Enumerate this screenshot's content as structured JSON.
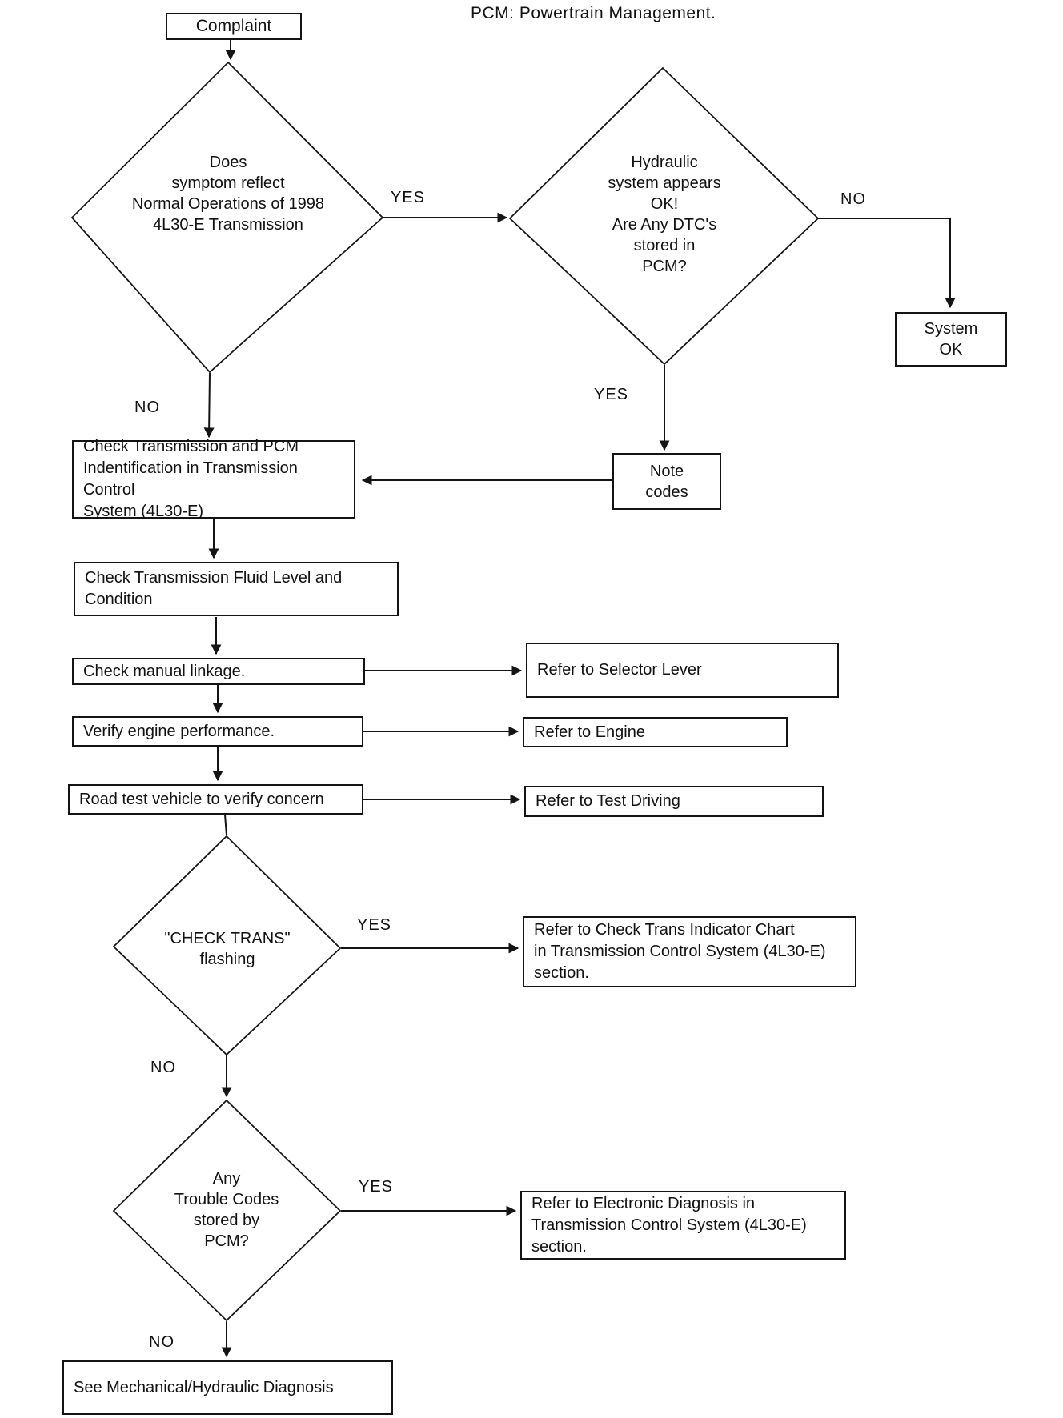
{
  "title": "PCM: Powertrain Management.",
  "nodes": {
    "complaint": {
      "type": "process",
      "label": "Complaint"
    },
    "d1": {
      "type": "decision",
      "label": "Does\nsymptom reflect\nNormal Operations of 1998\n4L30-E Transmission"
    },
    "d2": {
      "type": "decision",
      "label": "Hydraulic\nsystem appears\nOK!\nAre Any DTC's\nstored in\nPCM?"
    },
    "system_ok": {
      "type": "process",
      "label": "System\nOK"
    },
    "note_codes": {
      "type": "process",
      "label": "Note\ncodes"
    },
    "check_trans_pcm": {
      "type": "process",
      "label": "Check Transmission and PCM\nIndentification in Transmission Control\nSystem (4L30-E)"
    },
    "fluid": {
      "type": "process",
      "label": "Check Transmission Fluid Level and\nCondition"
    },
    "manual_linkage": {
      "type": "process",
      "label": "Check manual linkage."
    },
    "refer_selector": {
      "type": "process",
      "label": "Refer to Selector Lever"
    },
    "verify_engine": {
      "type": "process",
      "label": "Verify engine performance."
    },
    "refer_engine": {
      "type": "process",
      "label": "Refer to Engine"
    },
    "road_test": {
      "type": "process",
      "label": "Road test vehicle to verify concern"
    },
    "refer_test_driving": {
      "type": "process",
      "label": "Refer to Test Driving"
    },
    "d3": {
      "type": "decision",
      "label": "\"CHECK TRANS\"\nflashing"
    },
    "refer_indicator": {
      "type": "process",
      "label": "Refer to Check Trans Indicator Chart\nin Transmission Control System (4L30-E)\nsection."
    },
    "d4": {
      "type": "decision",
      "label": "Any\nTrouble Codes\nstored by\nPCM?"
    },
    "refer_electronic": {
      "type": "process",
      "label": "Refer to Electronic Diagnosis in\nTransmission Control System (4L30-E)\nsection."
    },
    "mech_hyd": {
      "type": "process",
      "label": "See Mechanical/Hydraulic Diagnosis"
    }
  },
  "edges": [
    {
      "from": "complaint",
      "to": "d1",
      "label": ""
    },
    {
      "from": "d1",
      "to": "d2",
      "label": "YES"
    },
    {
      "from": "d1",
      "to": "check_trans_pcm",
      "label": "NO"
    },
    {
      "from": "d2",
      "to": "system_ok",
      "label": "NO"
    },
    {
      "from": "d2",
      "to": "note_codes",
      "label": "YES"
    },
    {
      "from": "note_codes",
      "to": "check_trans_pcm",
      "label": ""
    },
    {
      "from": "check_trans_pcm",
      "to": "fluid",
      "label": ""
    },
    {
      "from": "fluid",
      "to": "manual_linkage",
      "label": ""
    },
    {
      "from": "manual_linkage",
      "to": "refer_selector",
      "label": ""
    },
    {
      "from": "manual_linkage",
      "to": "verify_engine",
      "label": ""
    },
    {
      "from": "verify_engine",
      "to": "refer_engine",
      "label": ""
    },
    {
      "from": "verify_engine",
      "to": "road_test",
      "label": ""
    },
    {
      "from": "road_test",
      "to": "refer_test_driving",
      "label": ""
    },
    {
      "from": "road_test",
      "to": "d3",
      "label": ""
    },
    {
      "from": "d3",
      "to": "refer_indicator",
      "label": "YES"
    },
    {
      "from": "d3",
      "to": "d4",
      "label": "NO"
    },
    {
      "from": "d4",
      "to": "refer_electronic",
      "label": "YES"
    },
    {
      "from": "d4",
      "to": "mech_hyd",
      "label": "NO"
    }
  ],
  "colors": {
    "background": "#ffffff",
    "line": "#141414",
    "text": "#111111"
  }
}
